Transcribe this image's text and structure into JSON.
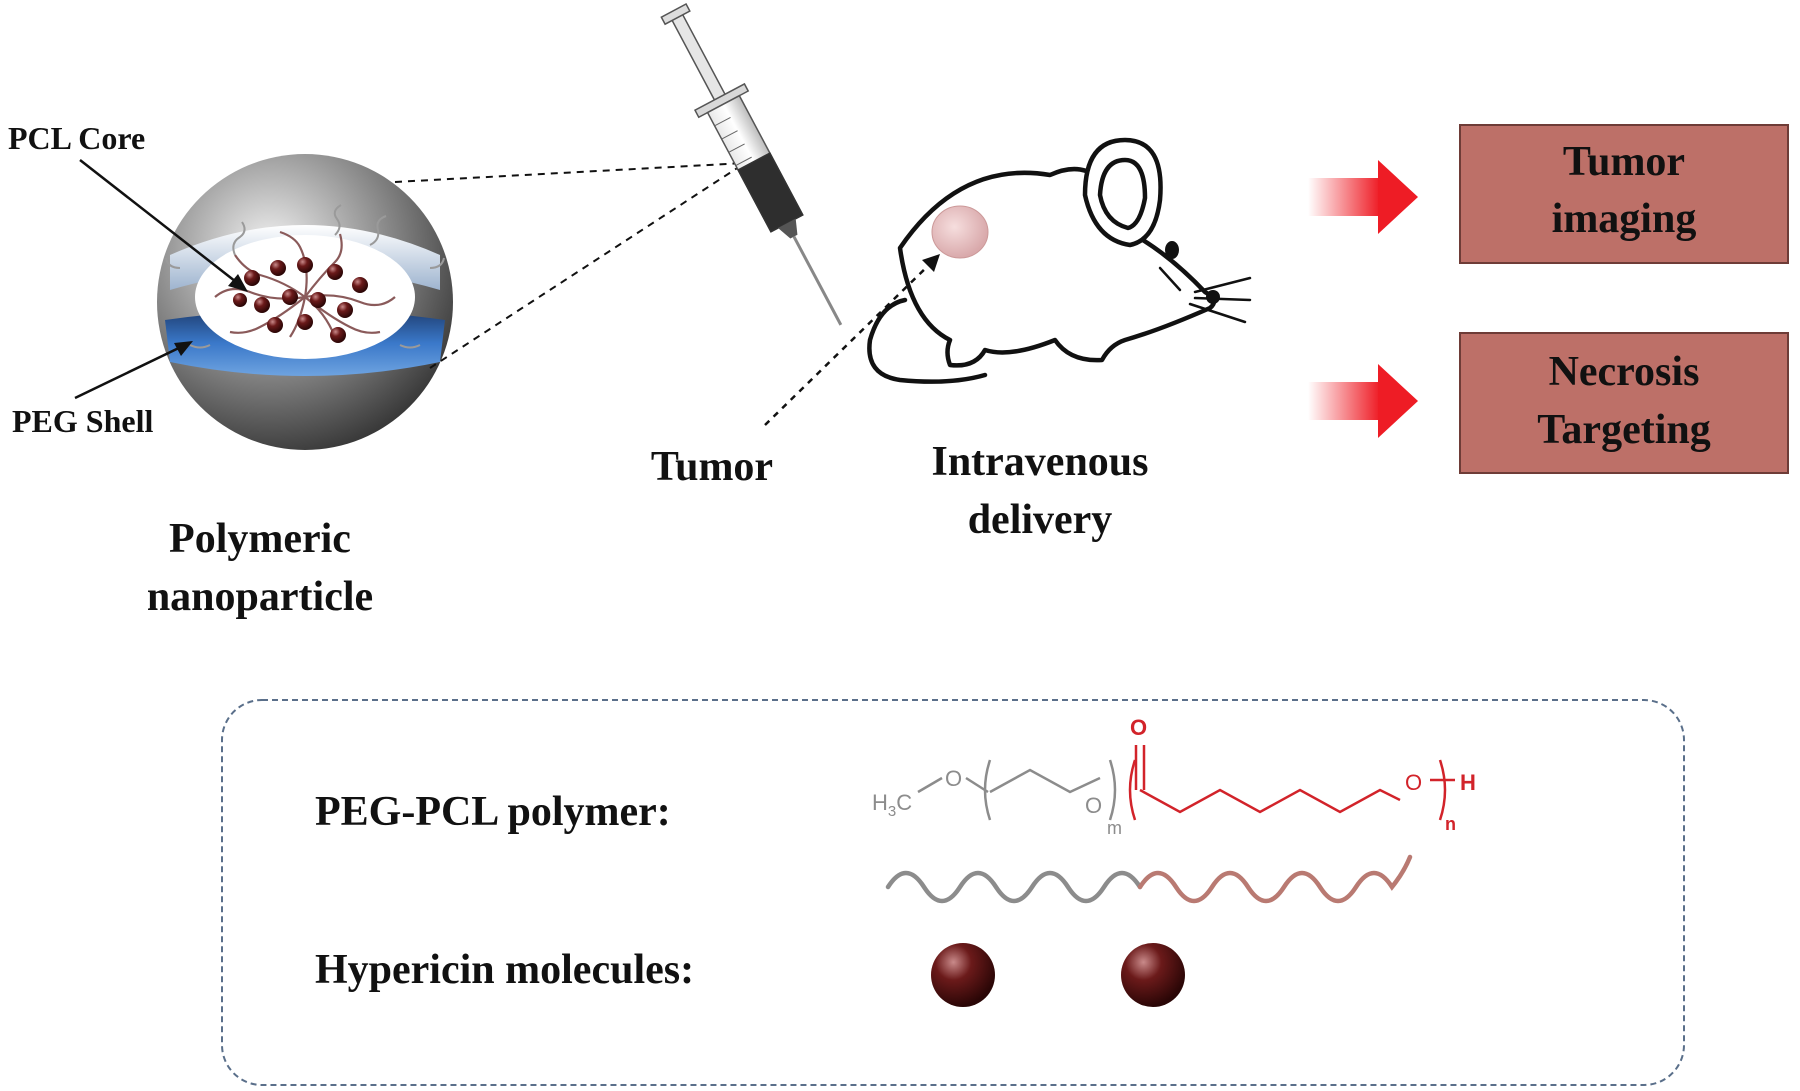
{
  "nanoparticle": {
    "core_label": "PCL Core",
    "shell_label": "PEG Shell",
    "caption_line1": "Polymeric",
    "caption_line2": "nanoparticle"
  },
  "mouse": {
    "tumor_label": "Tumor",
    "delivery_line1": "Intravenous",
    "delivery_line2": "delivery"
  },
  "outcomes": [
    {
      "line1": "Tumor",
      "line2": "imaging"
    },
    {
      "line1": "Necrosis",
      "line2": "Targeting"
    }
  ],
  "legend": {
    "polymer_label": "PEG-PCL polymer:",
    "hypericin_label": "Hypericin molecules:",
    "formula": {
      "h3c": "H",
      "h3c_sub": "3",
      "h3c_c": "C",
      "o1": "O",
      "o2": "O",
      "m": "m",
      "carbonyl_o": "O",
      "o3": "O",
      "h": "H",
      "n": "n"
    }
  },
  "colors": {
    "outcome_box": "#bd7068",
    "arrow": "#ee1c25",
    "peg": "#8c8c8c",
    "pcl": "#d2232a",
    "pcl_chain": "#b97a72",
    "hypericin": "#5a1414",
    "shell_blue": "#3a78c9",
    "dashed_border": "#5a6f8a"
  }
}
